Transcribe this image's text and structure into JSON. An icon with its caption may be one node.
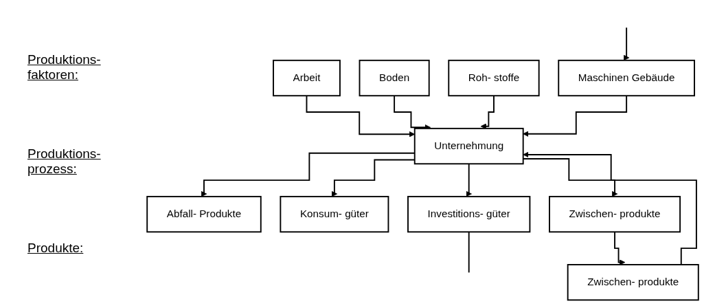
{
  "diagram": {
    "nodes": [
      {
        "text": [
          "Arbeit"
        ]
      },
      {
        "text": [
          "Boden"
        ]
      },
      {
        "text": [
          "Roh- stoffe"
        ]
      },
      {
        "text": [
          "Maschinen Gebäude"
        ]
      },
      {
        "text": [
          "Zwischen- produkte"
        ]
      },
      {
        "text": [
          "Unternehmung"
        ]
      },
      {
        "text": [
          "Abfall- Produkte"
        ]
      },
      {
        "text": [
          "Konsum- güter"
        ]
      },
      {
        "text": [
          "Investitions- güter"
        ]
      },
      {
        "text": [
          "Zwischen- produkte"
        ]
      }
    ],
    "edges": [
      {
        "from": 0,
        "to": 5,
        "arrow": "to"
      },
      {
        "from": 1,
        "to": 5,
        "arrow": "to"
      },
      {
        "from": 2,
        "to": 5,
        "arrow": "to"
      },
      {
        "from": 3,
        "to": 5,
        "arrow": "to"
      },
      {
        "from": 4,
        "to": 5,
        "arrow": "to"
      },
      {
        "from": 5,
        "to": 6,
        "arrow": "to"
      },
      {
        "from": 5,
        "to": 7,
        "arrow": "to"
      },
      {
        "from": 5,
        "to": 8,
        "arrow": "to"
      },
      {
        "from": 5,
        "to": 9,
        "arrow": "to"
      },
      {
        "from": 9,
        "to": 4,
        "arrow": "to"
      },
      {
        "from": null,
        "to": 3,
        "arrow": "to"
      },
      {
        "from": 8,
        "to": null,
        "arrow": "none"
      }
    ],
    "labels": [
      "Produktions- faktoren:",
      "Produktions- prozess:",
      "Produkte:"
    ]
  }
}
